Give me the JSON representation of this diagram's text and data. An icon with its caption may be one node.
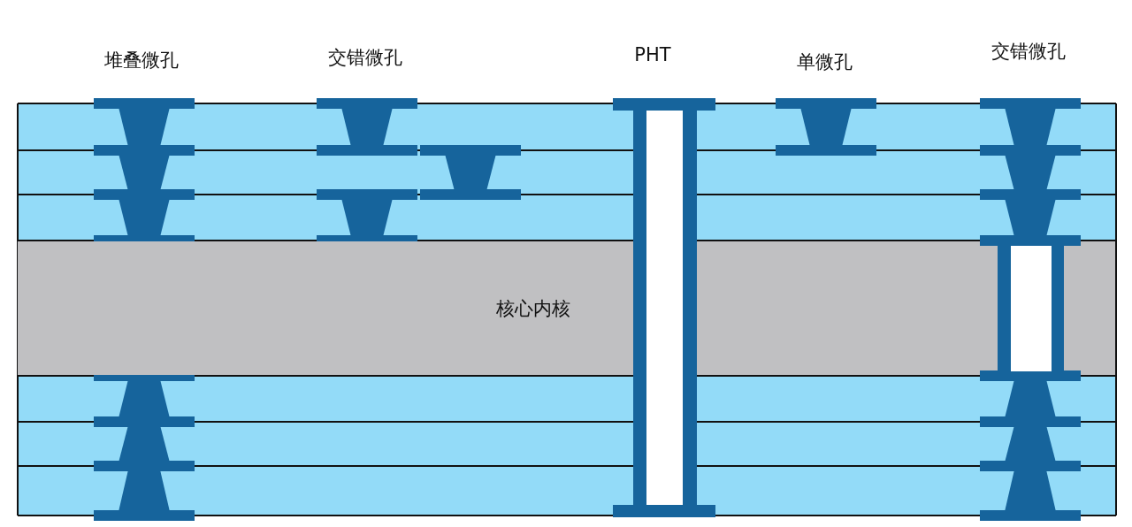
{
  "diagram": {
    "nodes": [
      {
        "text": [
          "核心内核"
        ]
      }
    ],
    "labels": [
      "堆叠微孔",
      "交错微孔",
      "PHT",
      "单微孔",
      "交错微孔"
    ]
  }
}
